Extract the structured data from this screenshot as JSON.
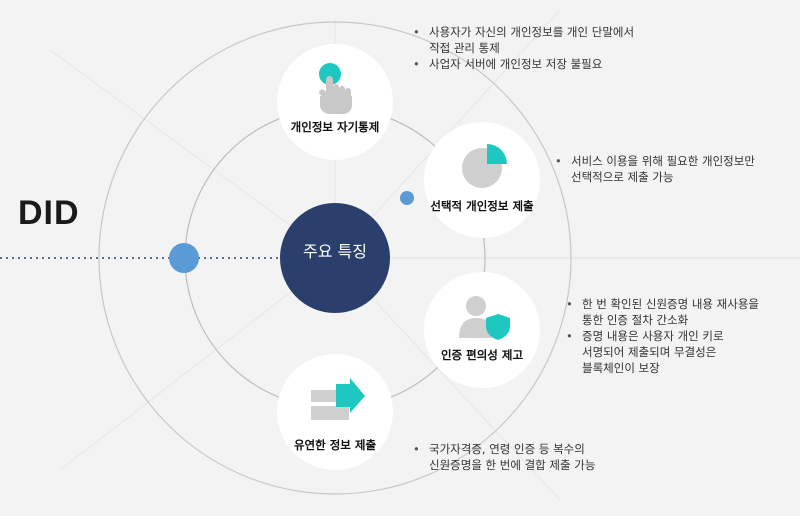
{
  "title": "DID",
  "center": {
    "label": "주요 특징"
  },
  "features": [
    {
      "label": "개인정보 자기통제",
      "icon": "hand-pointer-icon",
      "bullets": [
        "사용자가 자신의 개인정보를 개인 단말에서\n직접 관리 통제",
        "사업자 서버에 개인정보 저장 불필요"
      ]
    },
    {
      "label": "선택적 개인정보 제출",
      "icon": "pie-chart-icon",
      "bullets": [
        "서비스 이용을 위해 필요한 개인정보만\n선택적으로 제출 가능"
      ]
    },
    {
      "label": "인증 편의성 제고",
      "icon": "user-shield-icon",
      "bullets": [
        "한 번 확인된 신원증명 내용 재사용을\n통한 인증 절차 간소화",
        "증명 내용은 사용자 개인 키로\n서명되어 제출되며 무결성은\n블록체인이 보장"
      ]
    },
    {
      "label": "유연한 정보 제출",
      "icon": "arrow-forward-icon",
      "bullets": [
        "국가자격증, 연령 인증 등 복수의\n신원증명을 한 번에 결합 제출 가능"
      ]
    }
  ],
  "colors": {
    "accent": "#1ec8c0",
    "center": "#2a3f6c",
    "dot": "#5b9bd5",
    "icon_gray": "#cfcfcf",
    "background": "#f3f3f3"
  }
}
